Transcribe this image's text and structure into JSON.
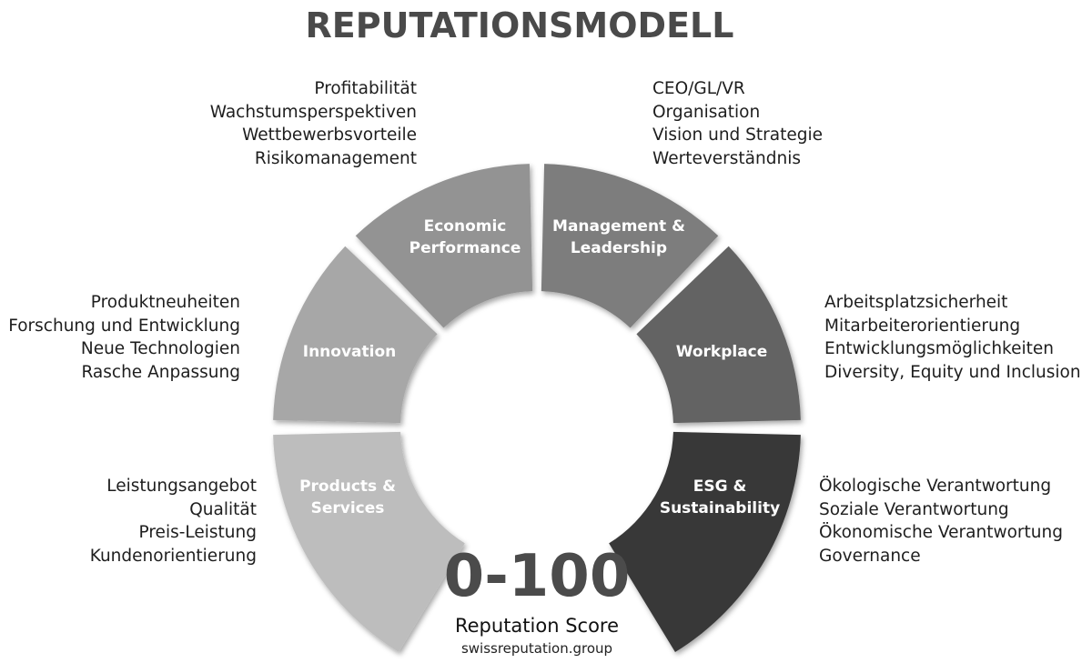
{
  "title": "REPUTATIONSMODELL",
  "segments": [
    {
      "id": "products",
      "label": [
        "Products &",
        "Services"
      ],
      "color": "#bdbdbd",
      "items": [
        "Leistungsangebot",
        "Qualität",
        "Preis-Leistung",
        "Kundenorientierung"
      ]
    },
    {
      "id": "innovation",
      "label": [
        "Innovation"
      ],
      "color": "#a7a7a7",
      "items": [
        "Produktneuheiten",
        "Forschung und Entwicklung",
        "Neue Technologien",
        "Rasche Anpassung"
      ]
    },
    {
      "id": "economic",
      "label": [
        "Economic",
        "Performance"
      ],
      "color": "#939393",
      "items": [
        "Profitabilität",
        "Wachstumsperspektiven",
        "Wettbewerbsvorteile",
        "Risikomanagement"
      ]
    },
    {
      "id": "management",
      "label": [
        "Management &",
        "Leadership"
      ],
      "color": "#7d7d7d",
      "items": [
        "CEO/GL/VR",
        "Organisation",
        "Vision und Strategie",
        "Werteverständnis"
      ]
    },
    {
      "id": "workplace",
      "label": [
        "Workplace"
      ],
      "color": "#636363",
      "items": [
        "Arbeitsplatzsicherheit",
        "Mitarbeiterorientierung",
        "Entwicklungsmöglichkeiten",
        "Diversity, Equity und Inclusion"
      ]
    },
    {
      "id": "esg",
      "label": [
        "ESG &",
        "Sustainability"
      ],
      "color": "#383838",
      "items": [
        "Ökologische Verantwortung",
        "Soziale Verantwortung",
        "Ökonomische Verantwortung",
        "Governance"
      ]
    }
  ],
  "score": {
    "value": "0-100",
    "label": "Reputation Score",
    "website": "swissreputation.group"
  }
}
